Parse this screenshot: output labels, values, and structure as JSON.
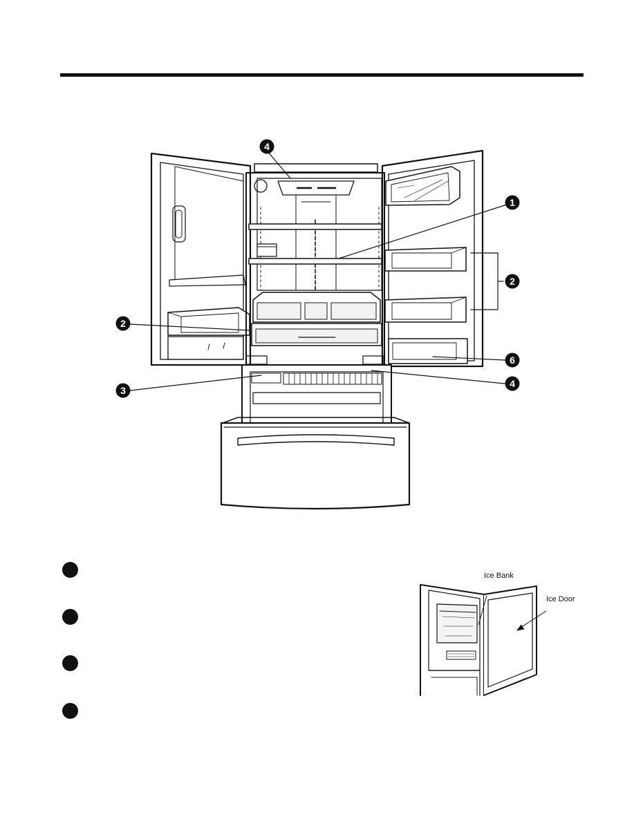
{
  "callouts": {
    "top_light": "4",
    "shelf": "1",
    "door_bin_right": "2",
    "door_bin_left": "2",
    "right_lower_bin": "6",
    "ice_section": "3",
    "lower_light": "4"
  },
  "inset": {
    "ice_bank_label": "Ice Bank",
    "ice_door_label": "Ice Door"
  }
}
